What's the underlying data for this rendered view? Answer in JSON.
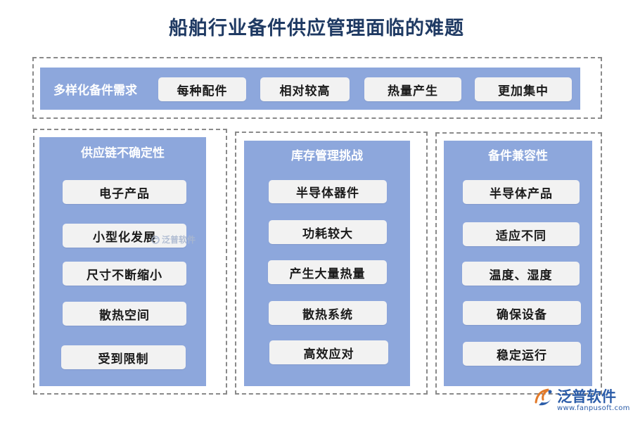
{
  "title": "船舶行业备件供应管理面临的难题",
  "top_row": {
    "label": "多样化备件需求",
    "items": [
      "每种配件",
      "相对较高",
      "热量产生",
      "更加集中"
    ]
  },
  "columns": [
    {
      "title": "供应链不确定性",
      "items": [
        "电子产品",
        "小型化发展",
        "尺寸不断缩小",
        "散热空间",
        "受到限制"
      ]
    },
    {
      "title": "库存管理挑战",
      "items": [
        "半导体器件",
        "功耗较大",
        "产生大量热量",
        "散热系统",
        "高效应对"
      ]
    },
    {
      "title": "备件兼容性",
      "items": [
        "半导体产品",
        "适应不同",
        "温度、湿度",
        "确保设备",
        "稳定运行"
      ]
    }
  ],
  "watermark": {
    "center_text": "泛普软件",
    "logo_text": "泛普软件",
    "logo_url": "www.fanpusoft.com"
  },
  "colors": {
    "panel": "#8da7dc",
    "pill": "#f2f2f2",
    "title": "#1f3a63",
    "logo": "#2b5ca8"
  }
}
